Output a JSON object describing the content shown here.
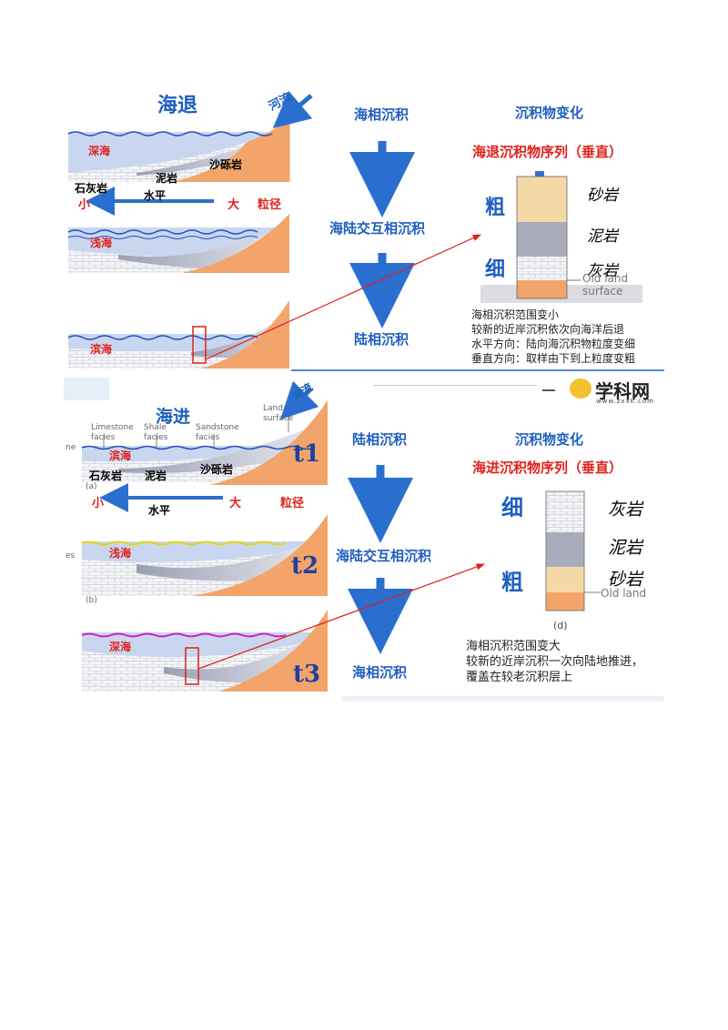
{
  "regression": {
    "title": "海退",
    "river": "河流",
    "deep_sea": "深海",
    "shallow_sea": "浅海",
    "coastal_sea": "滨海",
    "mudstone": "泥岩",
    "sand_gravel": "沙砾岩",
    "limestone": "石灰岩",
    "small": "小",
    "horizontal": "水平",
    "large": "大",
    "grain_size": "粒径",
    "step1": "海相沉积",
    "step2": "海陆交互相沉积",
    "step3": "陆相沉积",
    "change_title": "沉积物变化",
    "sequence_title": "海退沉积物序列（垂直）",
    "coarse": "粗",
    "fine": "细",
    "col_sandstone": "砂岩",
    "col_mudstone": "泥岩",
    "col_limestone": "灰岩",
    "old_land_1": "Old land",
    "old_land_2": "surface",
    "notes": [
      "海相沉积范围变小",
      "较新的近岸沉积依次向海洋后退",
      "水平方向：陆向海沉积物粒度变细",
      "垂直方向：取样由下到上粒度变粗"
    ]
  },
  "transgression": {
    "title": "海进",
    "river": "河流",
    "land_surface_1": "Land",
    "land_surface_2": "surface",
    "limestone_facies_1": "Limestone",
    "limestone_facies_2": "facies",
    "shale_facies_1": "Shale",
    "shale_facies_2": "facies",
    "sandstone_facies_1": "Sandstone",
    "sandstone_facies_2": "facies",
    "coastal_sea": "滨海",
    "shallow_sea": "浅海",
    "deep_sea": "深海",
    "limestone": "石灰岩",
    "mudstone": "泥岩",
    "sand_gravel": "沙砾岩",
    "small": "小",
    "horizontal": "水平",
    "large": "大",
    "grain_size": "粒径",
    "t1": "t1",
    "t2": "t2",
    "t3": "t3",
    "label_a": "(a)",
    "label_b": "(b)",
    "left_edge_1": "ne",
    "left_edge_2": "es",
    "step1": "陆相沉积",
    "step2": "海陆交互相沉积",
    "step3": "海相沉积",
    "change_title": "沉积物变化",
    "sequence_title": "海进沉积物序列（垂直）",
    "fine": "细",
    "coarse": "粗",
    "col_limestone": "灰岩",
    "col_mudstone": "泥岩",
    "col_sandstone": "砂岩",
    "old_land": "Old land",
    "label_d": "(d)",
    "notes": [
      "海相沉积范围变大",
      "较新的近岸沉积一次向陆地推进，",
      "覆盖在较老沉积层上"
    ]
  },
  "logo": {
    "name": "学科网",
    "url": "www.zxxk.com"
  },
  "colors": {
    "blue_text": "#1f5fbf",
    "red_text": "#e0201a",
    "land": "#f2a46a",
    "sea": "#c9d6f0",
    "arrow": "#2a6fd0"
  }
}
